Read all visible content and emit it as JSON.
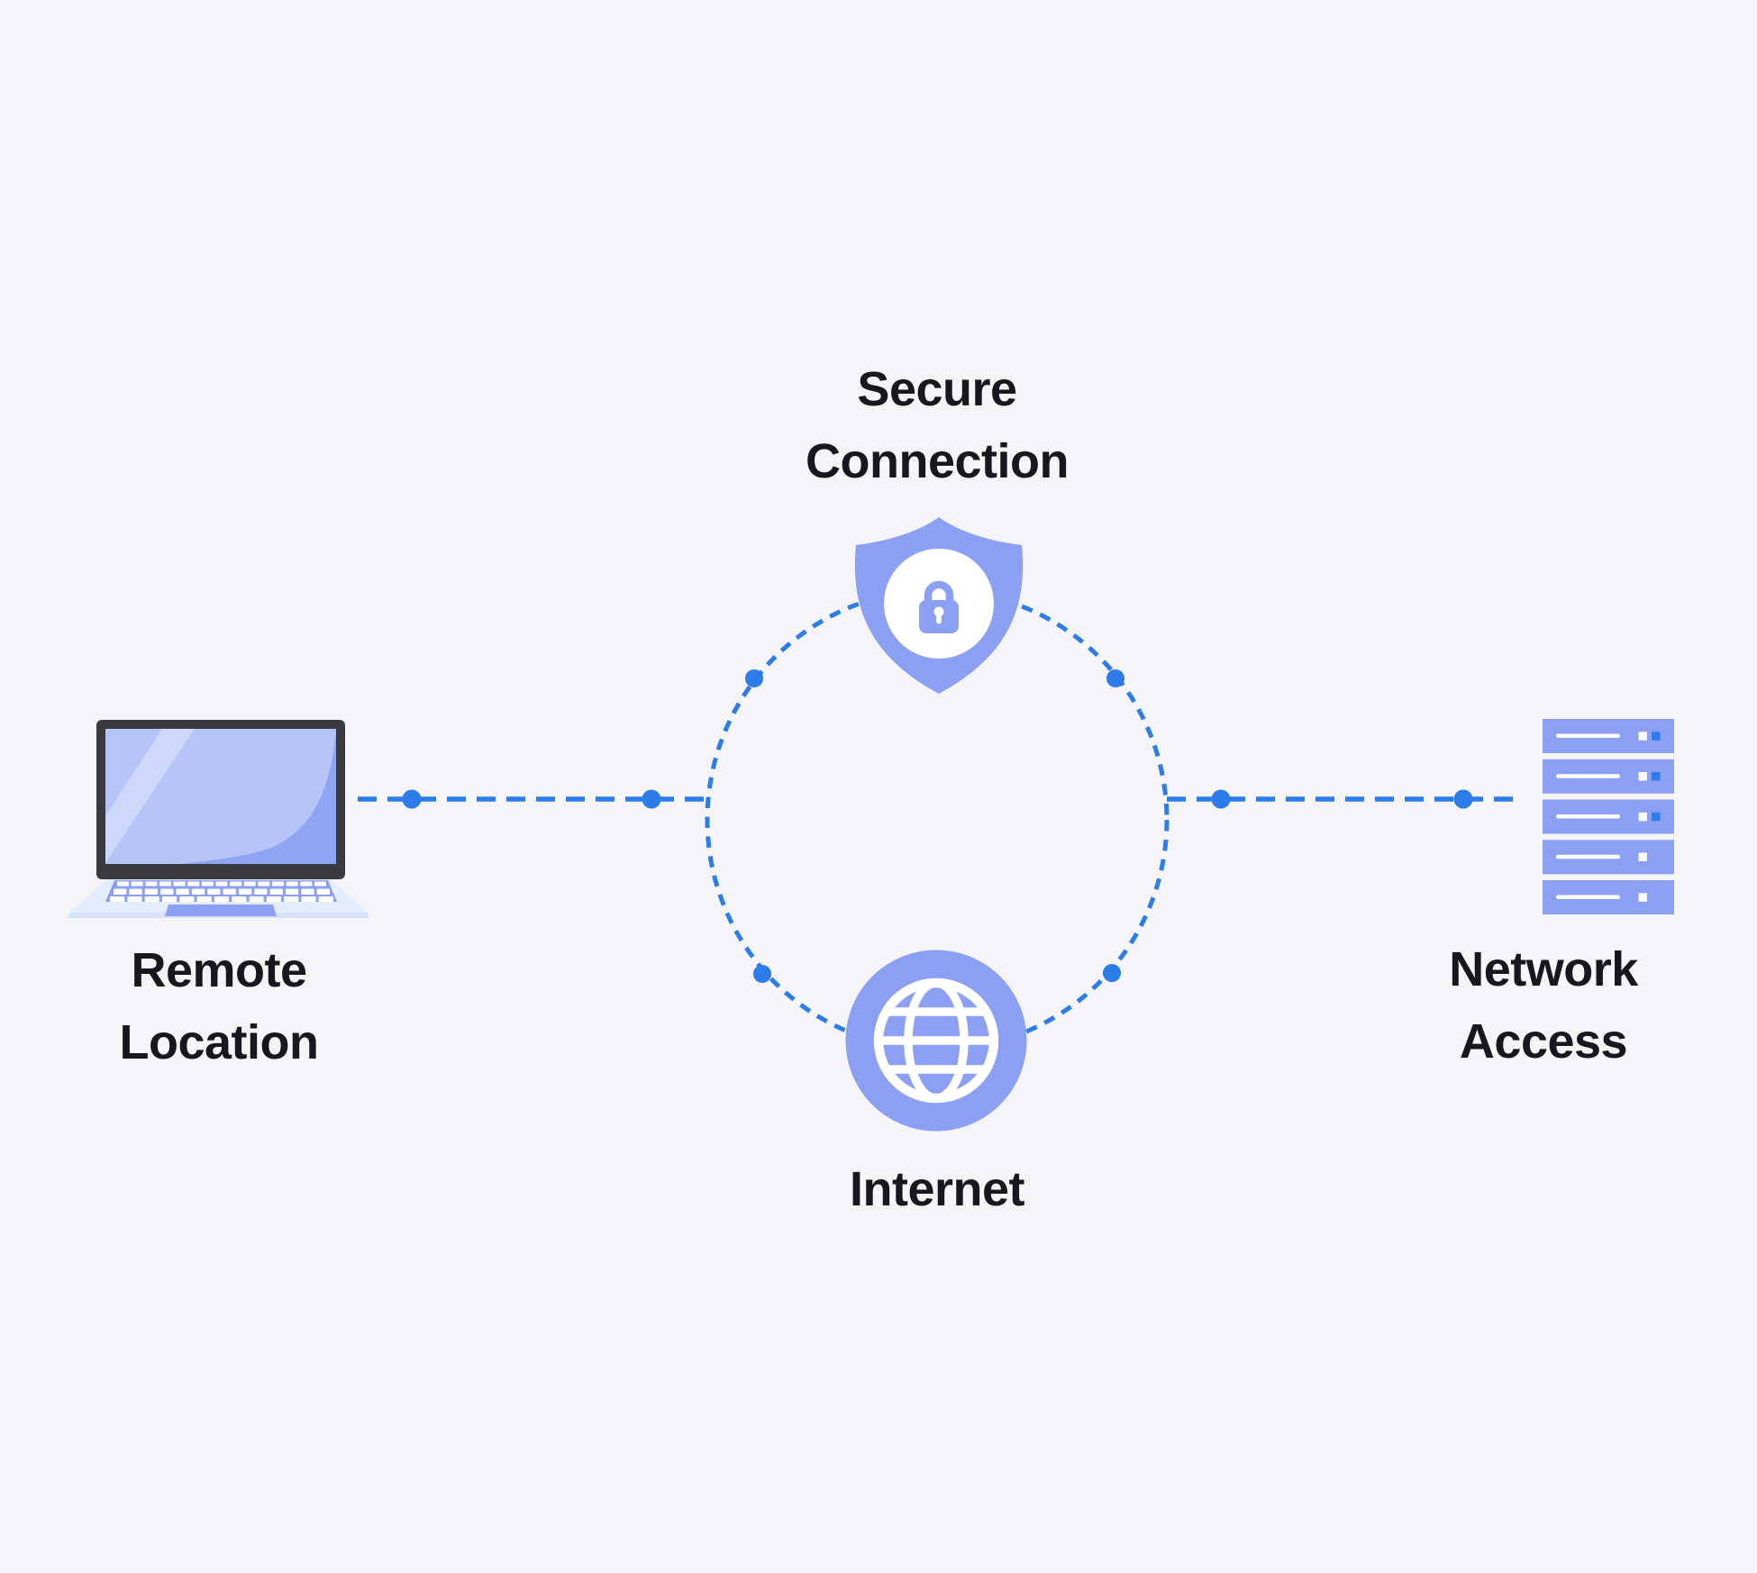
{
  "labels": {
    "secure_connection": {
      "line1": "Secure",
      "line2": "Connection"
    },
    "remote_location": {
      "line1": "Remote",
      "line2": "Location"
    },
    "internet": {
      "line1": "Internet"
    },
    "network_access": {
      "line1": "Network",
      "line2": "Access"
    }
  },
  "icons": {
    "left": "laptop-icon",
    "top": "shield-lock-icon",
    "bottom": "globe-icon",
    "right": "server-stack-icon"
  },
  "colors": {
    "background": "#f5f4f9",
    "accent_blue": "#2d7cea",
    "icon_periwinkle": "#8ca0f3",
    "text": "#17171f"
  }
}
